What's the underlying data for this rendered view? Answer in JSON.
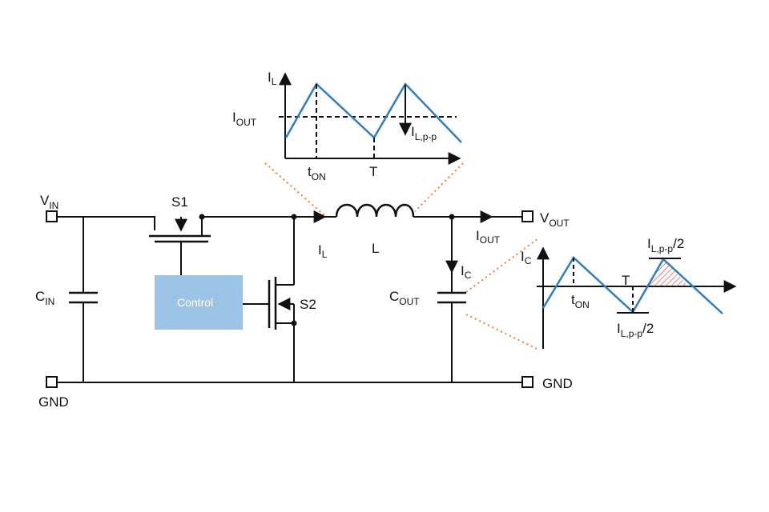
{
  "labels": {
    "vin_main": "V",
    "vin_sub": "IN",
    "gnd_left": "GND",
    "gnd_right": "GND",
    "cin_main": "C",
    "cin_sub": "IN",
    "s1": "S1",
    "s2": "S2",
    "control": "Control",
    "il_main": "I",
    "il_sub": "L",
    "inductor": "L",
    "iout_main": "I",
    "iout_sub": "OUT",
    "ic_main": "I",
    "ic_sub": "C",
    "cout_main": "C",
    "cout_sub": "OUT",
    "vout_main": "V",
    "vout_sub": "OUT"
  },
  "inductor_graph": {
    "y_main": "I",
    "y_sub": "L",
    "iout_main": "I",
    "iout_sub": "OUT",
    "ton_main": "t",
    "ton_sub": "ON",
    "t_label": "T",
    "ripple_main": "I",
    "ripple_sub": "L,p-p"
  },
  "cap_graph": {
    "y_main": "I",
    "y_sub": "C",
    "ton_main": "t",
    "ton_sub": "ON",
    "t_label": "T",
    "half_top_main": "I",
    "half_top_sub": "L,p-p",
    "half_top_suffix": "/2",
    "half_bot_main": "I",
    "half_bot_sub": "L,p-p",
    "half_bot_suffix": "/2"
  },
  "colors": {
    "wire": "#111111",
    "waveform": "#2e7ec3",
    "control_block": "#9dc3e6",
    "zoom_lines": "#ed7d31",
    "hatch": "#e8312f"
  }
}
